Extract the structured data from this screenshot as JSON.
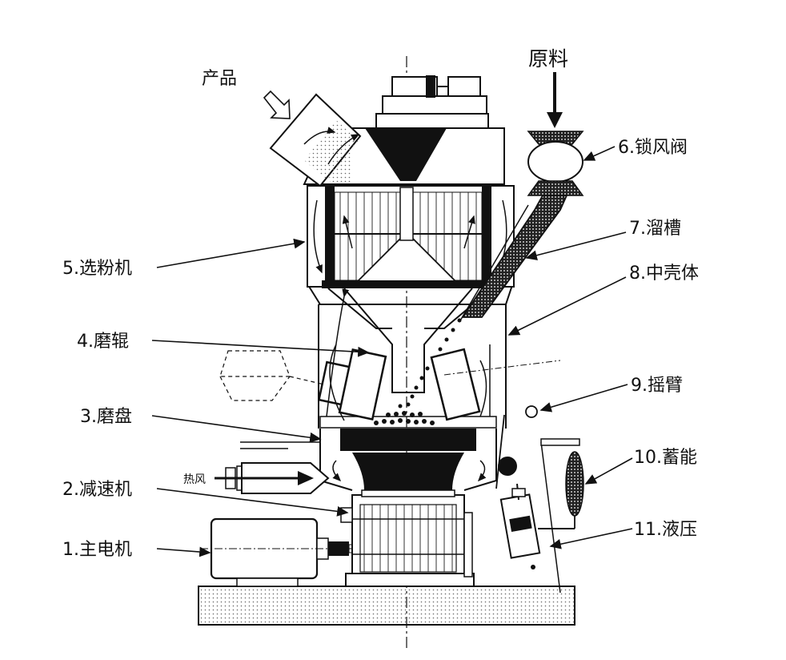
{
  "diagram": {
    "labels": {
      "product": "产品",
      "raw_material": "原料",
      "hot_air": "热风",
      "l6": "6.锁风阀",
      "l7": "7.溜槽",
      "l8": "8.中壳体",
      "l9": "9.摇臂",
      "l10": "10.蓄能",
      "l11": "11.液压",
      "l5": "5.选粉机",
      "l4": "4.磨辊",
      "l3": "3.磨盘",
      "l2": "2.减速机",
      "l1": "1.主电机"
    }
  }
}
